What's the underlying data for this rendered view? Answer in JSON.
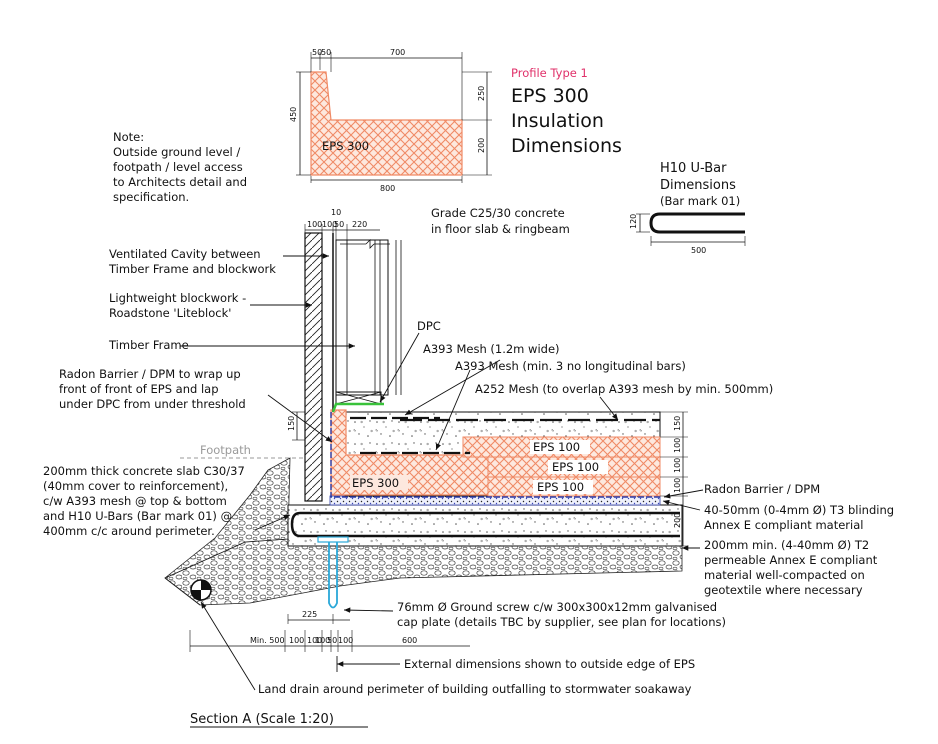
{
  "colors": {
    "eps": "#f28b6b",
    "dpc": "#39c23a",
    "screw": "#2aa8d8",
    "radon": "#2a3ba8",
    "footpath": "#9a9a9a",
    "accent": "#e0316a"
  },
  "profile": {
    "type_label": "Profile Type 1",
    "title_lines": [
      "EPS 300",
      "Insulation",
      "Dimensions"
    ],
    "eps_label": "EPS 300",
    "dims": {
      "d50a": "50",
      "d50b": "50",
      "d700": "700",
      "d450": "450",
      "d250": "250",
      "d200": "200",
      "d800": "800"
    }
  },
  "note": {
    "lines": [
      "Note:",
      "Outside ground level /",
      "footpath / level access",
      "to Architects detail and",
      "specification."
    ]
  },
  "ubar": {
    "title_lines": [
      "H10 U-Bar",
      "Dimensions"
    ],
    "subtitle": "(Bar mark 01)",
    "d120": "120",
    "d500": "500"
  },
  "top_dims": {
    "d100a": "100",
    "d100b": "100",
    "d10": "10",
    "d50": "50",
    "d220": "220"
  },
  "concrete_grade": [
    "Grade C25/30 concrete",
    "in floor slab & ringbeam"
  ],
  "left_labels": {
    "cavity": [
      "Ventilated Cavity between",
      "Timber Frame and blockwork"
    ],
    "blockwork": [
      "Lightweight blockwork -",
      "Roadstone 'Liteblock'"
    ],
    "timber": "Timber Frame",
    "radon": [
      "Radon Barrier / DPM to wrap up",
      "front of front of EPS and lap",
      "under DPC from under threshold"
    ],
    "footpath": "Footpath",
    "slab": [
      "200mm thick concrete slab C30/37",
      "(40mm cover to reinforcement),",
      "c/w A393 mesh @ top & bottom",
      "and H10 U-Bars (Bar mark 01) @",
      "400mm c/c around perimeter."
    ]
  },
  "mesh_labels": {
    "dpc": "DPC",
    "a393_wide": "A393 Mesh (1.2m wide)",
    "a393_bars": "A393 Mesh (min. 3 no longitudinal bars)",
    "a252": "A252 Mesh (to overlap A393 mesh by min. 500mm)"
  },
  "section_labels": {
    "eps300": "EPS 300",
    "eps100a": "EPS 100",
    "eps100b": "EPS 100",
    "eps100c": "EPS 100"
  },
  "right_labels": {
    "radon": "Radon Barrier / DPM",
    "blinding": [
      "40-50mm (0-4mm Ø) T3 blinding",
      "Annex E compliant material"
    ],
    "permeable": [
      "200mm min. (4-40mm Ø) T2",
      "permeable Annex E compliant",
      "material well-compacted on",
      "geotextile where necessary"
    ]
  },
  "right_dims": {
    "d150": "150",
    "d100a": "100",
    "d100b": "100",
    "d100c": "100",
    "d200": "200"
  },
  "left_dim": {
    "d150": "150"
  },
  "screw": [
    "76mm Ø Ground screw c/w 300x300x12mm galvanised",
    "cap plate (details TBC by supplier, see plan for locations)"
  ],
  "bottom_dims": {
    "d225": "225",
    "min500": "Min. 500",
    "d100a": "100",
    "d100b": "100",
    "d100c": "100",
    "d50": "50",
    "d100d": "100",
    "d600": "600"
  },
  "bottom_labels": {
    "external": "External dimensions shown to outside edge of EPS",
    "drain": "Land drain around perimeter of building outfalling to stormwater soakaway"
  },
  "section_title": "Section A (Scale 1:20)"
}
